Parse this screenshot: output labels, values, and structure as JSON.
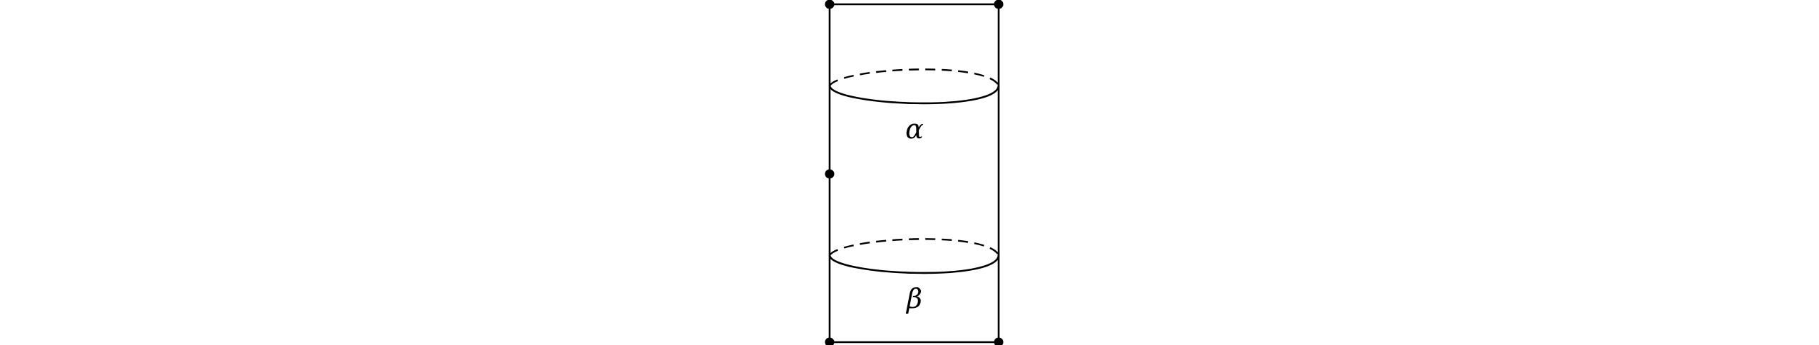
{
  "diagram": {
    "curves": [
      {
        "id": "alpha",
        "label": "α"
      },
      {
        "id": "beta",
        "label": "β"
      }
    ],
    "marked_points_count": 5
  }
}
